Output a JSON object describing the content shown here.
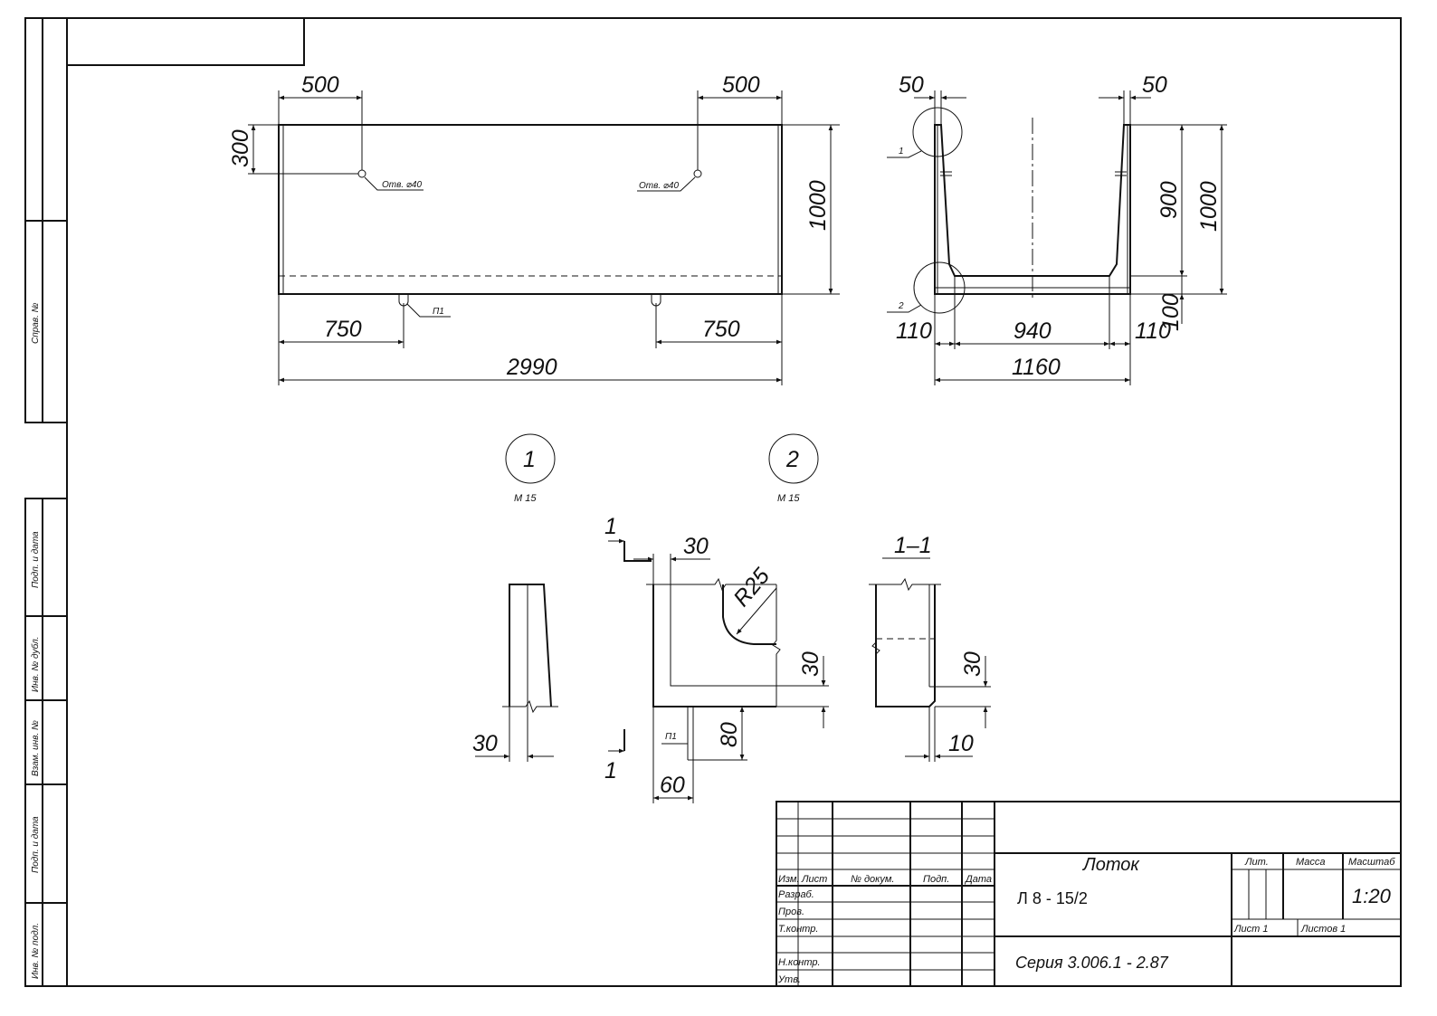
{
  "frame": {
    "side_labels": [
      "Справ. №",
      "Подп. и дата",
      "Инв. № дубл.",
      "Взам. инв. №",
      "Подп. и дата",
      "Инв. № подл."
    ]
  },
  "front_view": {
    "dims": {
      "left_offset": "500",
      "right_offset": "500",
      "hole_depth": "300",
      "height": "1000",
      "left_loop": "750",
      "right_loop": "750",
      "length": "2990"
    },
    "hole_label_left": "Отв. ⌀40",
    "hole_label_right": "Отв. ⌀40",
    "loop_label": "П1"
  },
  "side_view": {
    "dims": {
      "wall_left": "50",
      "wall_right": "50",
      "inner_height": "900",
      "height": "1000",
      "bottom": "100",
      "left": "110",
      "middle": "940",
      "right": "110",
      "width": "1160"
    },
    "callout_1": "1",
    "callout_2": "2"
  },
  "details": {
    "circle_1": {
      "num": "1",
      "scale": "М 15"
    },
    "circle_2": {
      "num": "2",
      "scale": "М 15"
    },
    "detail_1": {
      "dim": "30"
    },
    "detail_2": {
      "section_top": "1",
      "section_bottom": "1",
      "top_dim": "30",
      "radius": "R25",
      "right_dim": "30",
      "loop_h": "80",
      "loop_w": "60",
      "loop_label": "П1"
    },
    "section_1_1": {
      "title": "1–1",
      "right_dim": "30",
      "bottom_dim": "10"
    }
  },
  "title_block": {
    "headers": [
      "Изм.",
      "Лист",
      "№ докум.",
      "Подп.",
      "Дата"
    ],
    "rows": [
      "Разраб.",
      "Пров.",
      "Т.контр.",
      "Н.контр.",
      "Утв."
    ],
    "name": "Лоток",
    "code": "Л 8 - 15/2",
    "lit_label": "Лит.",
    "mass_label": "Масса",
    "scale_label": "Масштаб",
    "scale_value": "1:20",
    "sheet_label": "Лист 1",
    "sheets_label": "Листов 1",
    "series": "Серия 3.006.1 - 2.87"
  }
}
